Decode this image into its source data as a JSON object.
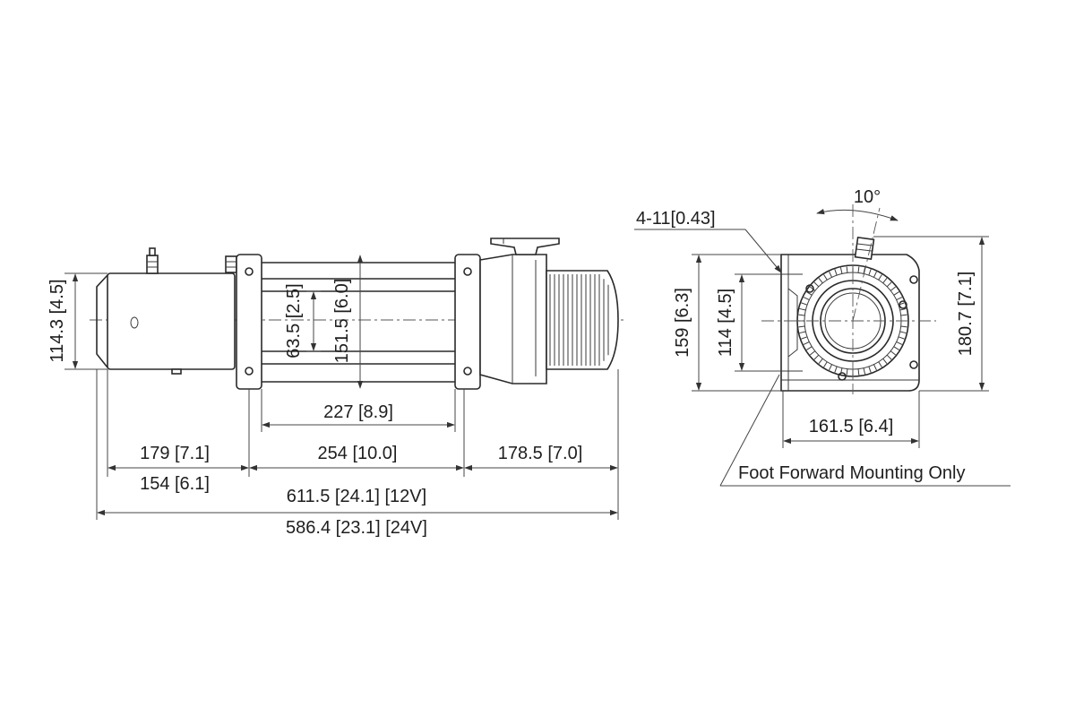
{
  "side_view": {
    "dim_height_motor": "114.3 [4.5]",
    "dim_bolt_spacing": "63.5 [2.5]",
    "dim_frame_height": "151.5 [6.0]",
    "dim_foot_spacing": "227 [8.9]",
    "dim_motor_length": "179 [7.1]",
    "dim_drum_length": "254 [10.0]",
    "dim_gearbox_length": "178.5 [7.0]",
    "dim_motor_length_alt": "154 [6.1]",
    "dim_total_12v": "611.5 [24.1] [12V]",
    "dim_total_24v": "586.4 [23.1] [24V]"
  },
  "end_view": {
    "dim_angle": "10°",
    "dim_holes": "4-11[0.43]",
    "dim_height_outer": "159 [6.3]",
    "dim_height_inner": "114 [4.5]",
    "dim_total_height": "180.7 [7.1]",
    "dim_width": "161.5 [6.4]",
    "note": "Foot Forward Mounting Only"
  }
}
